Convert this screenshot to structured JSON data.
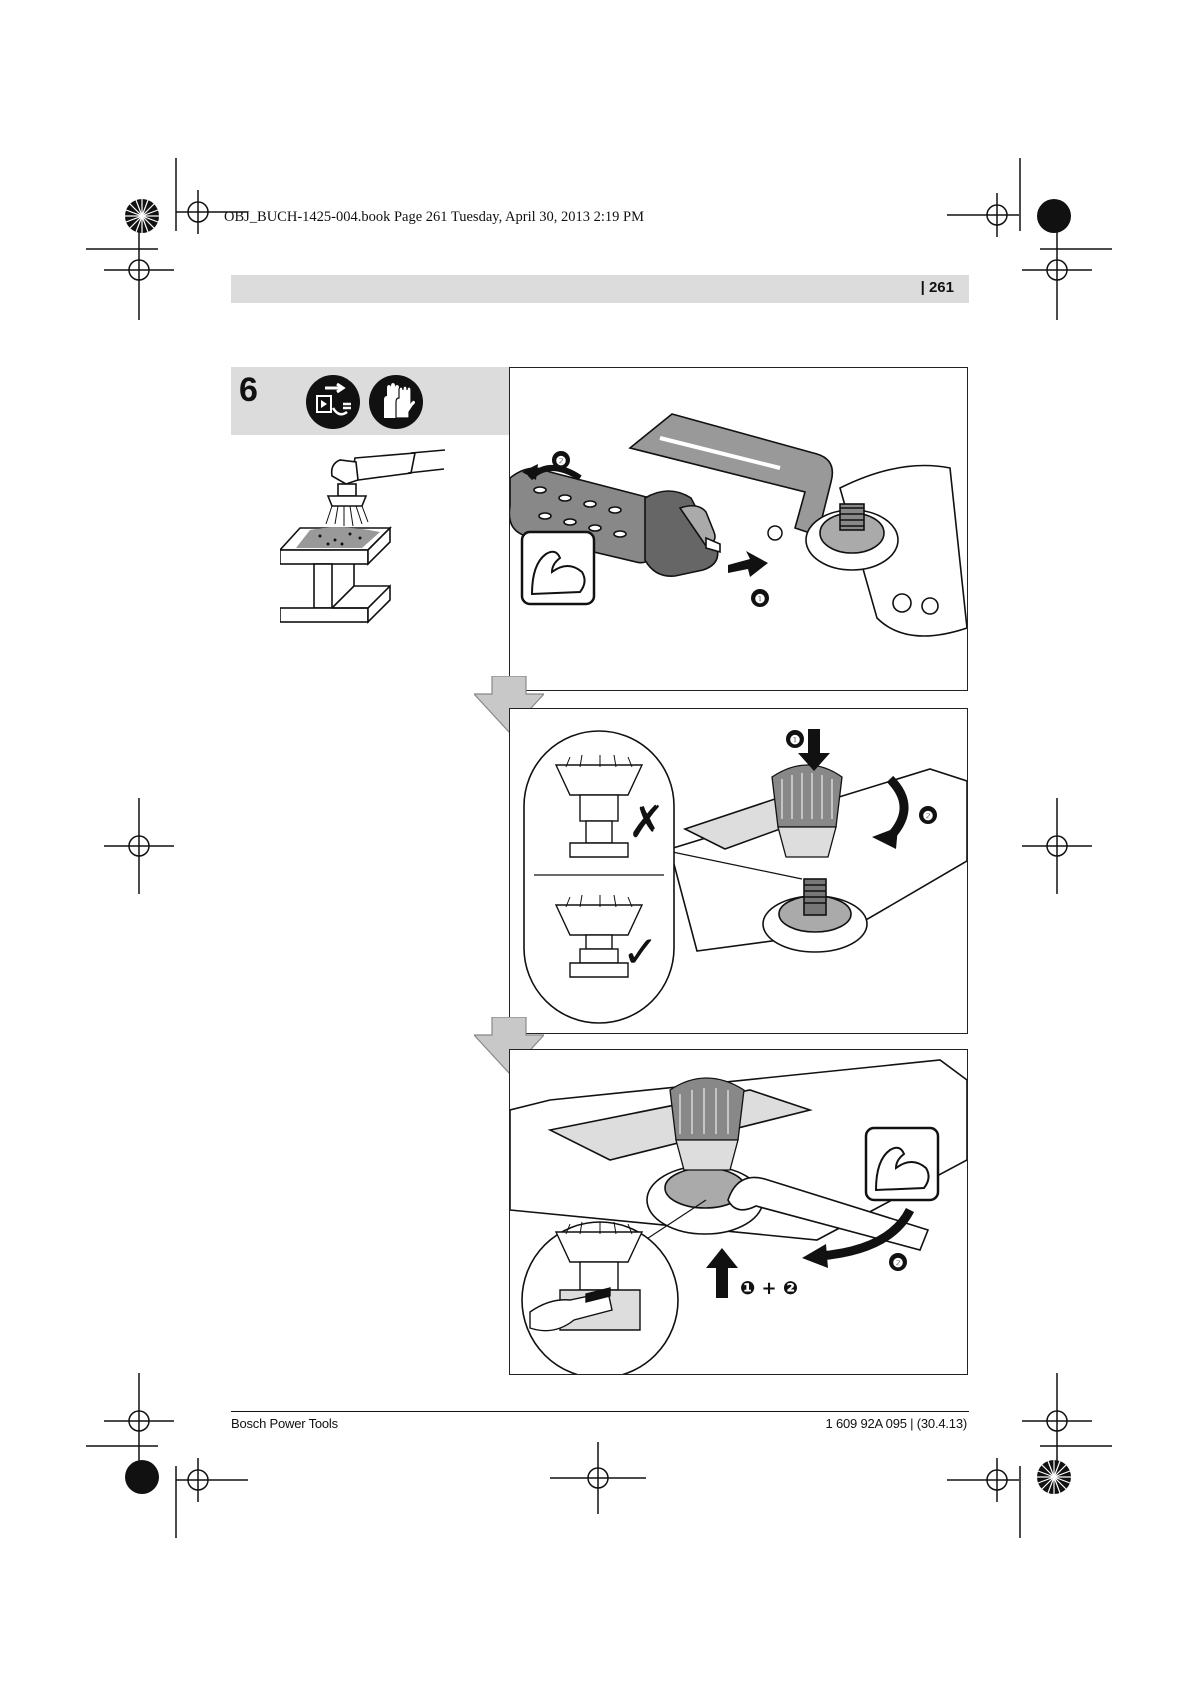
{
  "header": {
    "slug_line": "OBJ_BUCH-1425-004.book  Page 261  Tuesday, April 30, 2013  2:19 PM",
    "page_number": "| 261"
  },
  "step": {
    "number": "6",
    "icons": [
      "unplug-before-work-icon",
      "wear-gloves-icon"
    ]
  },
  "panels": [
    {
      "name": "remove-guard-and-handle",
      "callouts": [
        "❶",
        "❷"
      ],
      "icons": [
        "strength-arm-icon"
      ]
    },
    {
      "name": "mount-wire-cup-brush",
      "callouts": [
        "❶",
        "❷"
      ],
      "check_marks": [
        "✗",
        "✓"
      ]
    },
    {
      "name": "tighten-with-wrench",
      "callouts": [
        "❶ + ❷",
        "❷"
      ],
      "icons": [
        "strength-arm-icon"
      ]
    }
  ],
  "footer": {
    "left": "Bosch Power Tools",
    "right": "1 609 92A 095 | (30.4.13)"
  }
}
